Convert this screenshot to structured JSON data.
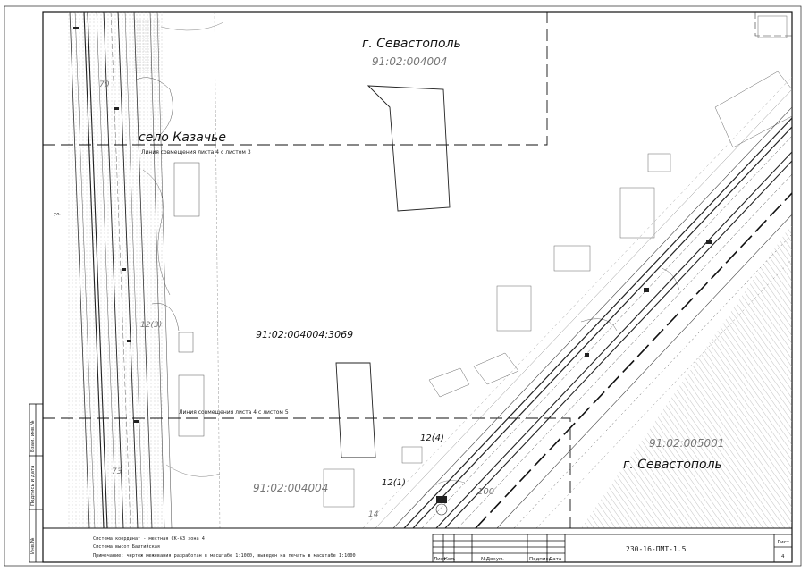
{
  "labels": {
    "city_top": "г. Севастополь",
    "cad_top": "91:02:004004",
    "village": "село Казачье",
    "parcel": "91:02:004004:3069",
    "cad_bottom_left": "91:02:004004",
    "cad_bottom_right": "91:02:005001",
    "city_bottom": "г. Севастополь",
    "label_70": "70",
    "label_73": "73",
    "label_12_3": "12(3)",
    "label_12_4": "12(4)",
    "label_12_1": "12(1)",
    "label_100": "100",
    "label_14": "14"
  },
  "matchlines": {
    "top": "Линия совмещения листа 4 с листом 3",
    "bottom": "Линия совмещения листа 4 с листом 5"
  },
  "notes": {
    "line1": "Система координат - местная СК-63 зона 4",
    "line2": "Система высот Балтийская",
    "line3": "Примечание: чертеж межевания разработан в масштабе 1:1000, выведен на печать в масштабе 1:1000"
  },
  "title_block": {
    "code": "230-16-ПМТ-1.5",
    "sheet_label": "Лист",
    "sheet_number": "4",
    "col_sheet": "Лист",
    "col_qty": "Кол.",
    "col_doc": "№Докум.",
    "col_sign": "Подпись",
    "col_date": "Дата"
  },
  "side_stamp": {
    "s1": "Взам. инв.№",
    "s2": "Подпись и дата",
    "s3": "Инв.№"
  }
}
